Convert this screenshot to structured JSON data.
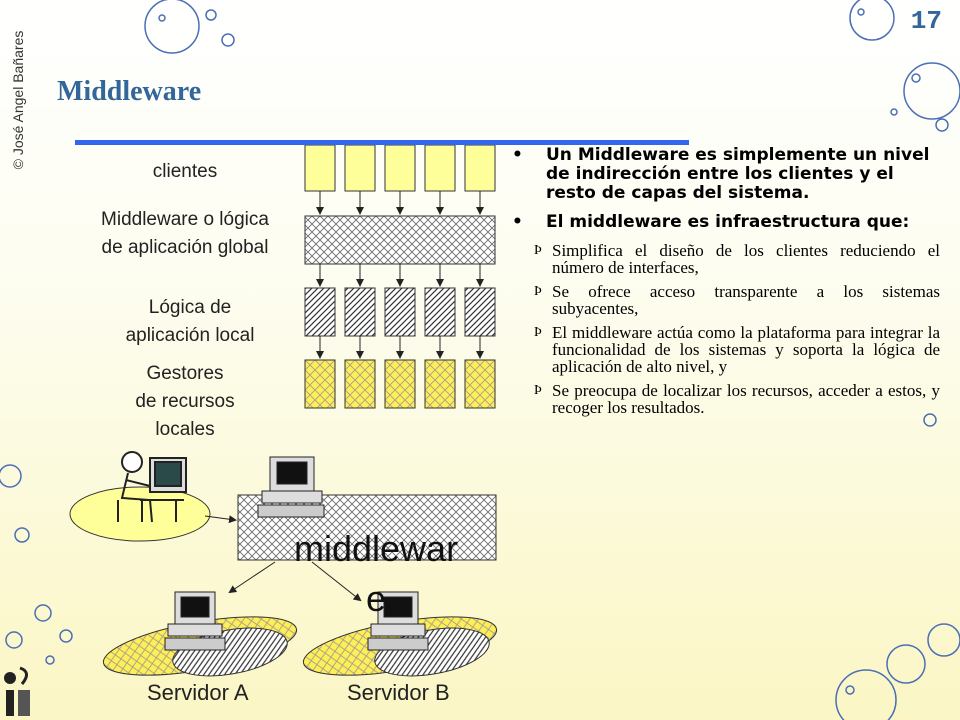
{
  "header": {
    "copyright": "© José Angel Bañares",
    "page_number": "17",
    "title": "Middleware"
  },
  "diagram": {
    "label_clients": "clientes",
    "label_middleware_line1": "Middleware o lógica",
    "label_middleware_line2": "de aplicación global",
    "label_local_line1": "Lógica de",
    "label_local_line2": "aplicación local",
    "label_gestores_line1": "Gestores",
    "label_gestores_line2": "de recursos",
    "label_gestores_line3": "locales",
    "colors": {
      "client": "#ffff99",
      "accent": "#336699",
      "rule": "#3366ee"
    }
  },
  "bullets": {
    "b1": "Un Middleware es simplemente un nivel de indirección entre los clientes y el resto de capas del sistema.",
    "b2": "El middleware es infraestructura que:",
    "sub": [
      "Simplifica el diseño de los clientes reduciendo el número de interfaces,",
      "Se ofrece acceso transparente a los sistemas subyacentes,",
      "El middleware actúa como la plataforma para integrar la funcionalidad de los sistemas y soporta la lógica de aplicación de alto nivel, y",
      "Se preocupa de localizar los recursos, acceder a estos, y recoger los resultados."
    ]
  },
  "bottom": {
    "middleware_line1": "middlewar",
    "middleware_line2": "e",
    "server_a": "Servidor A",
    "server_b": "Servidor B"
  }
}
